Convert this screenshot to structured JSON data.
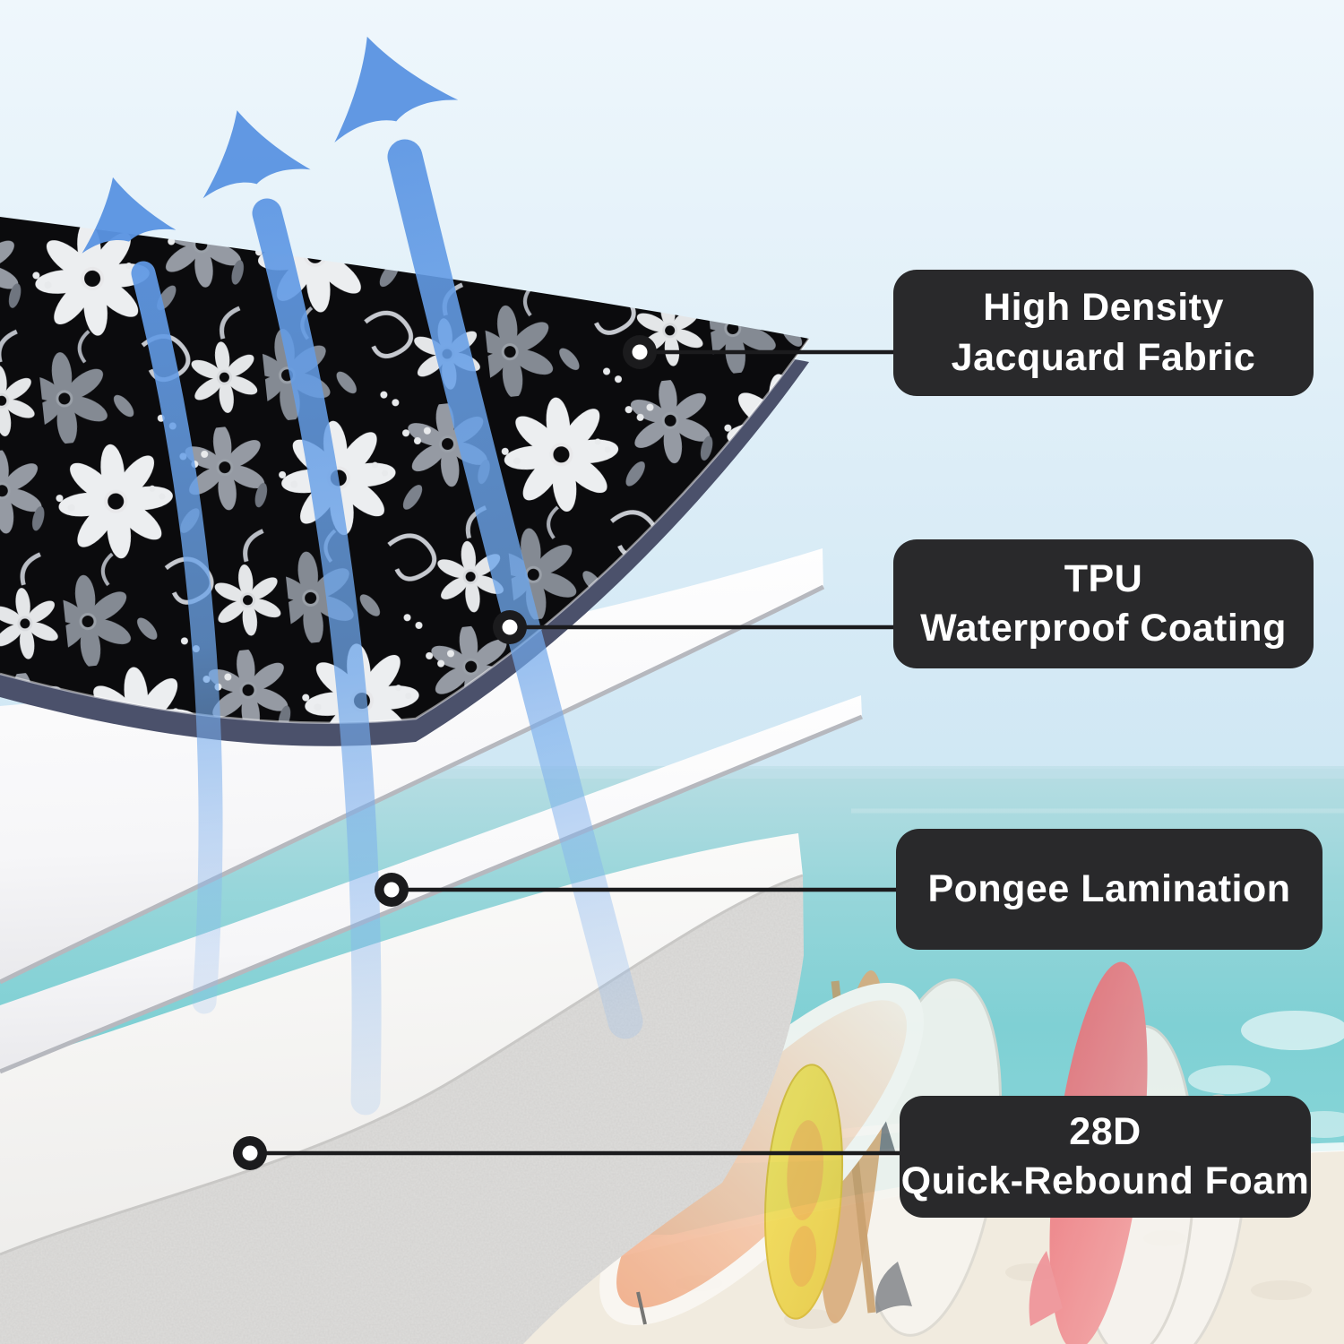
{
  "callouts": [
    {
      "id": "jacquard-fabric",
      "line1": "High Density",
      "line2": "Jacquard Fabric"
    },
    {
      "id": "tpu-coating",
      "line1": "TPU",
      "line2": "Waterproof Coating"
    },
    {
      "id": "pongee-lamination",
      "line1": "Pongee Lamination",
      "line2": ""
    },
    {
      "id": "rebound-foam",
      "line1": "28D",
      "line2": "Quick-Rebound Foam"
    }
  ],
  "icons": {
    "airflow": "curved-up-arrow",
    "marker": "ring-dot-marker"
  },
  "colors": {
    "label_bg": "#29292b",
    "label_text": "#ffffff",
    "arrow_blue": "#5d96e3",
    "connector": "#1b1b1d",
    "fabric_edge": "#4b516b",
    "ocean_turquoise": "#7fd0d4",
    "sand": "#f1ebdf",
    "sky": "#ddeef8",
    "foam_gray": "#dedddb"
  }
}
